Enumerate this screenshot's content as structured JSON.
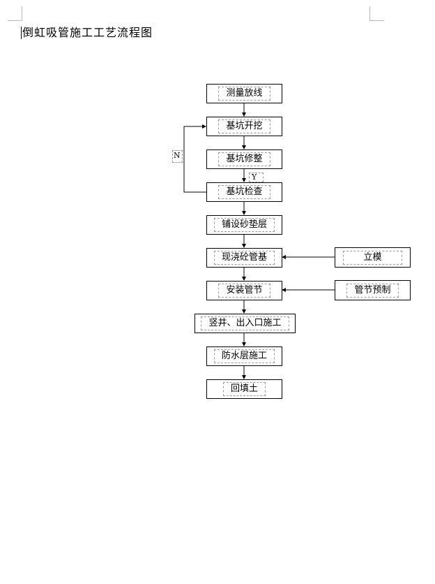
{
  "document": {
    "title": "倒虹吸管施工工艺流程图"
  },
  "flowchart": {
    "steps": [
      "测量放线",
      "基坑开挖",
      "基坑修整",
      "基坑检查",
      "铺设砂垫层",
      "现浇砼管基",
      "安装管节",
      "竖井、出入口施工",
      "防水层施工",
      "回填土"
    ],
    "side_inputs": [
      "立模",
      "管节预制"
    ],
    "labels": {
      "yes": "Y",
      "no": "N"
    }
  }
}
